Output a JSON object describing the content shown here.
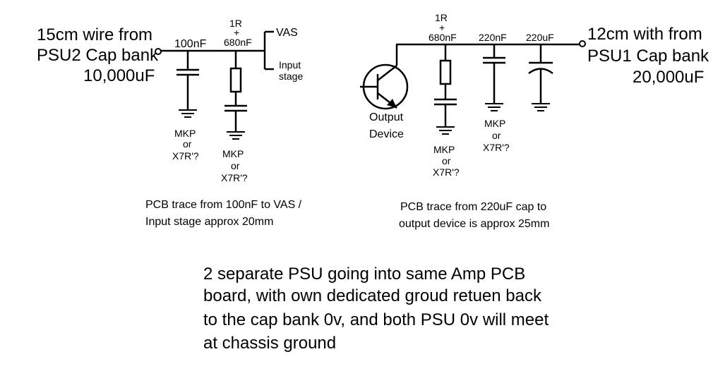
{
  "left_circuit": {
    "source_line1": "15cm wire from",
    "source_line2": "PSU2 Cap bank",
    "source_line3": "10,000uF",
    "cap1_value": "100nF",
    "rc_resistor": "1R",
    "rc_plus": "+",
    "rc_cap": "680nF",
    "out_label1": "VAS",
    "out_label2": "Input",
    "out_label3": "stage",
    "cap1_type1": "MKP",
    "cap1_type2": "or",
    "cap1_type3": "X7R'?",
    "rc_type1": "MKP",
    "rc_type2": "or",
    "rc_type3": "X7R'?",
    "note_line1": "PCB trace from 100nF to VAS /",
    "note_line2": "Input stage approx 20mm"
  },
  "right_circuit": {
    "device_line1": "Output",
    "device_line2": "Device",
    "rc_resistor": "1R",
    "rc_plus": "+",
    "rc_cap": "680nF",
    "cap2_value": "220nF",
    "cap3_value": "220uF",
    "source_line1": "12cm with from",
    "source_line2": "PSU1 Cap bank",
    "source_line3": "20,000uF",
    "rc_type1": "MKP",
    "rc_type2": "or",
    "rc_type3": "X7R'?",
    "cap2_type1": "MKP",
    "cap2_type2": "or",
    "cap2_type3": "X7R'?",
    "note_line1": "PCB trace from 220uF cap to",
    "note_line2": "output device is approx 25mm"
  },
  "description": {
    "line1": "2 separate PSU going into same Amp PCB",
    "line2": "board, with own dedicated groud retuen back",
    "line3": "to the cap bank 0v, and both PSU 0v will meet",
    "line4": "at chassis ground"
  }
}
